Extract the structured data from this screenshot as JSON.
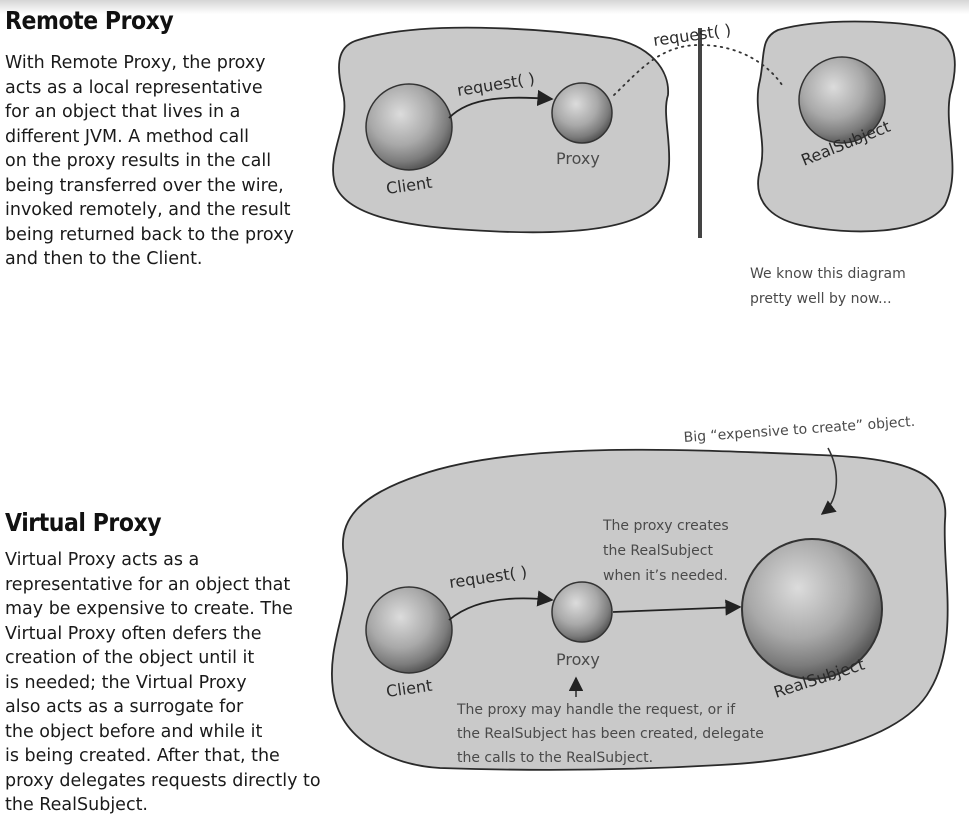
{
  "remote": {
    "title": "Remote Proxy",
    "body": "With Remote Proxy, the proxy\nacts as a local representative\nfor an object that lives in a\ndifferent JVM. A method call\non the proxy results in the call\nbeing transferred over the wire,\ninvoked remotely, and the result\nbeing returned back to the proxy\nand then to the Client.",
    "diagram": {
      "client": "Client",
      "proxy": "Proxy",
      "real_subject": "RealSubject",
      "request_local": "request( )",
      "request_remote": "request( )",
      "note": "We know this diagram\npretty well by now..."
    }
  },
  "virtual": {
    "title": "Virtual Proxy",
    "body": "Virtual Proxy acts as a\nrepresentative for an object that\nmay be expensive to create. The\nVirtual Proxy often defers the\ncreation of the object until it\nis needed; the Virtual Proxy\nalso acts as a surrogate for\nthe object before and while it\nis being created.  After that, the\nproxy delegates requests directly to\nthe RealSubject.",
    "diagram": {
      "client": "Client",
      "proxy": "Proxy",
      "real_subject": "RealSubject",
      "request": "request( )",
      "note_big_object": "Big “expensive to create” object.",
      "note_creates": "The proxy creates\nthe RealSubject\nwhen it’s needed.",
      "note_handle": "The proxy may handle the request, or if\nthe RealSubject has been created, delegate\nthe calls to the  RealSubject."
    }
  }
}
